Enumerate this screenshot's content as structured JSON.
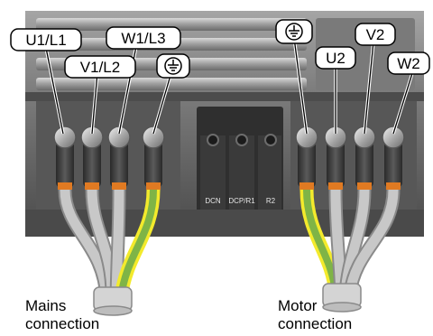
{
  "terminals": {
    "u1": "U1/L1",
    "v1": "V1/L2",
    "w1": "W1/L3",
    "u2": "U2",
    "v2": "V2",
    "w2": "W2"
  },
  "middle_block": {
    "dcn": "DCN",
    "dcp": "DCP/R1",
    "r2": "R2"
  },
  "captions": {
    "mains_line1": "Mains",
    "mains_line2": "connection",
    "motor_line1": "Motor",
    "motor_line2": "connection"
  },
  "colors": {
    "housing": "#5f5f5f",
    "housing_dark": "#3e3e3e",
    "housing_light": "#9a9a9a",
    "cable_grey": "#c4c4c4",
    "earth_green": "#7fb446",
    "earth_yellow": "#f3ea2c",
    "ferrule": "#e07a22"
  },
  "icons": {
    "earth_symbol": "earth-ground-icon"
  }
}
